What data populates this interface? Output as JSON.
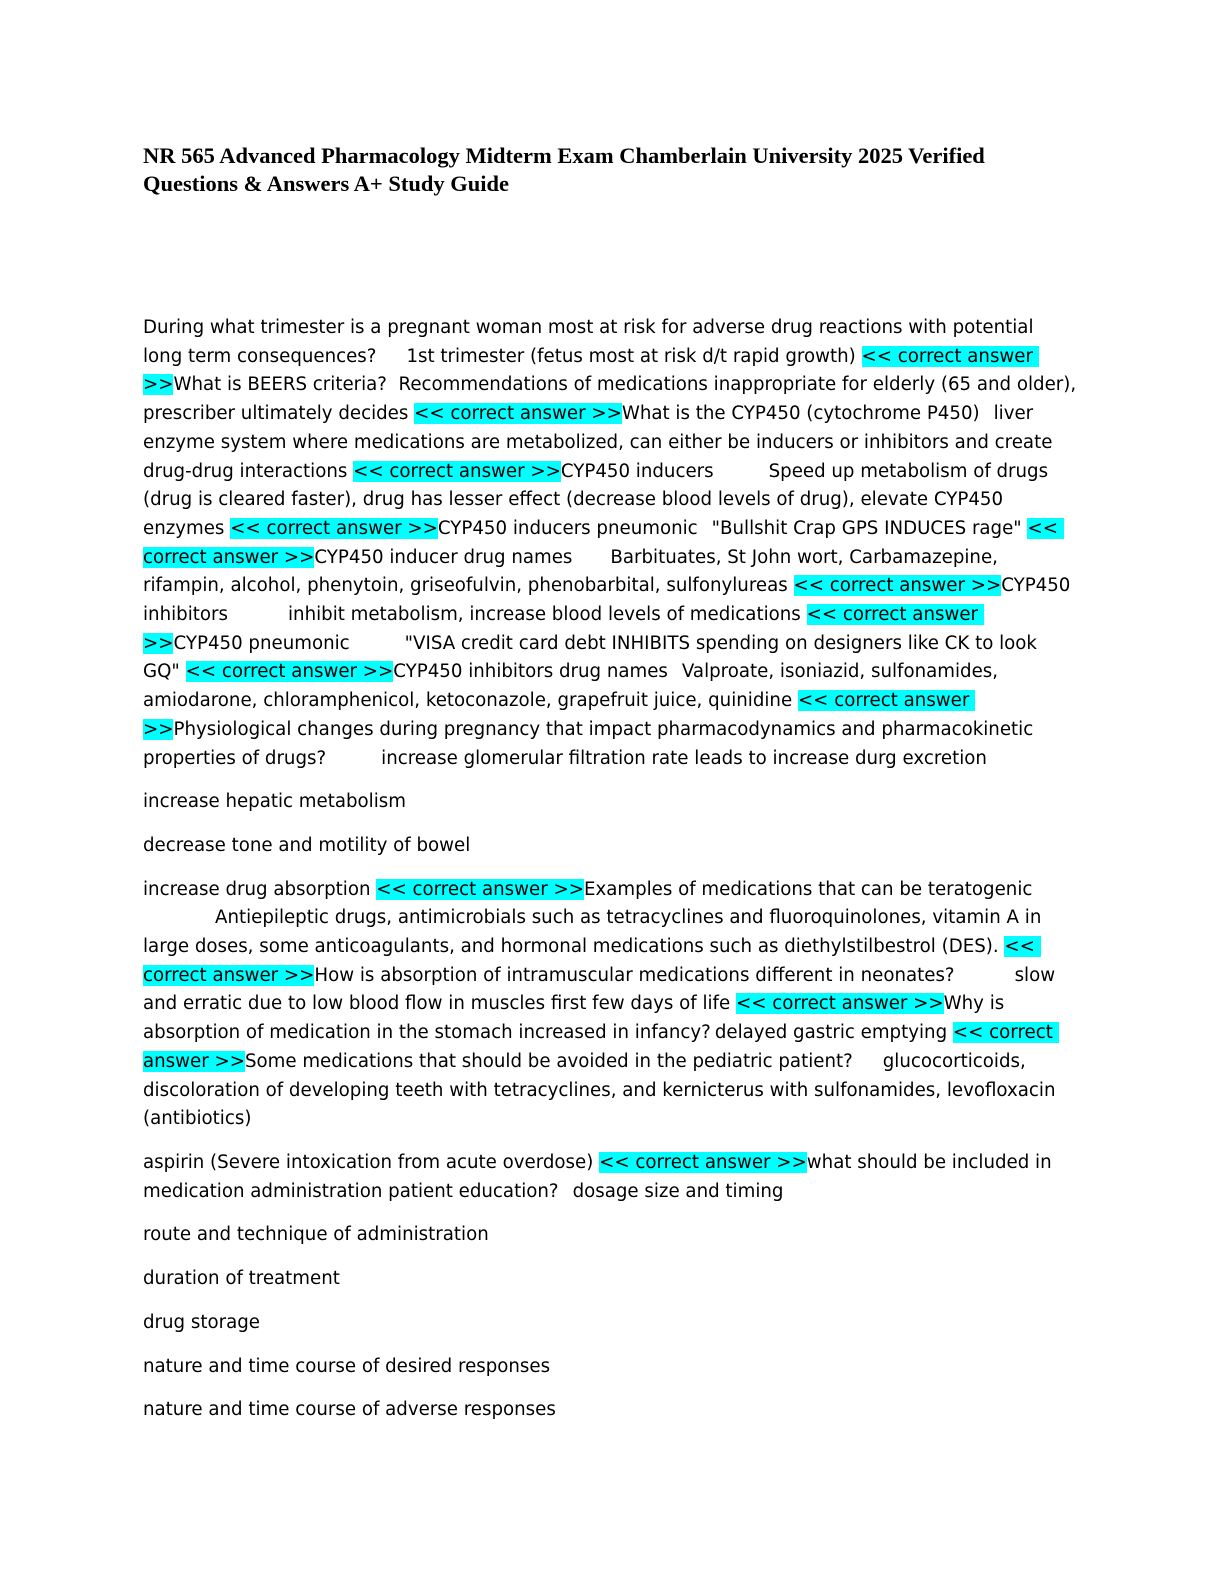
{
  "document": {
    "title": "NR 565 Advanced Pharmacology Midterm Exam Chamberlain University 2025 Verified Questions & Answers A+ Study Guide",
    "marker": "<< correct answer >>",
    "segments": [
      "During what trimester is a pregnant woman most at risk for adverse drug reactions with potential long term consequences?",
      "1st trimester (fetus most at risk d/t rapid growth)",
      "What is BEERS criteria?",
      "Recommendations of medications inappropriate for elderly (65 and older), prescriber ultimately decides",
      "What is the CYP450 (cytochrome P450)",
      "liver enzyme system where medications are metabolized, can either be inducers or inhibitors and create drug-drug interactions",
      "CYP450 inducers",
      "Speed up metabolism of drugs (drug is cleared faster), drug has lesser effect (decrease blood levels of drug), elevate CYP450 enzymes",
      "CYP450 inducers pneumonic",
      "\"Bullshit Crap GPS INDUCES rage\"",
      "CYP450 inducer drug names",
      "Barbituates, St John wort, Carbamazepine, rifampin, alcohol, phenytoin, griseofulvin, phenobarbital, sulfonylureas",
      "CYP450 inhibitors",
      "inhibit metabolism, increase blood levels of medications",
      "CYP450 pneumonic",
      "\"VISA credit card debt INHIBITS spending on designers like CK to look GQ\"",
      "CYP450 inhibitors drug names",
      "Valproate, isoniazid, sulfonamides, amiodarone, chloramphenicol, ketoconazole, grapefruit juice, quinidine",
      "Physiological changes during pregnancy that impact pharmacodynamics and pharmacokinetic properties of drugs?",
      "increase glomerular filtration rate leads to increase durg excretion",
      "increase hepatic metabolism",
      "decrease tone and motility of bowel",
      "increase drug absorption",
      "Examples of medications that can be teratogenic",
      "Antiepileptic drugs, antimicrobials such as tetracyclines and fluoroquinolones, vitamin A in large doses, some anticoagulants, and hormonal medications such as diethylstilbestrol (DES).",
      "How is absorption of intramuscular medications different in neonates?",
      "slow and erratic due to low blood flow in muscles first few days of life",
      "Why is absorption of medication in the stomach increased in infancy?",
      "delayed gastric emptying",
      "Some medications that should be avoided in the pediatric patient?",
      "glucocorticoids, discoloration of developing teeth with tetracyclines, and kernicterus with sulfonamides, levofloxacin (antibiotics)",
      "aspirin (Severe intoxication from acute overdose)",
      "what should be included in medication administration patient education?",
      "dosage size and timing",
      "route and technique of administration",
      "duration of treatment",
      "drug storage",
      "nature and time course of desired responses",
      "nature and time course of adverse responses"
    ]
  }
}
